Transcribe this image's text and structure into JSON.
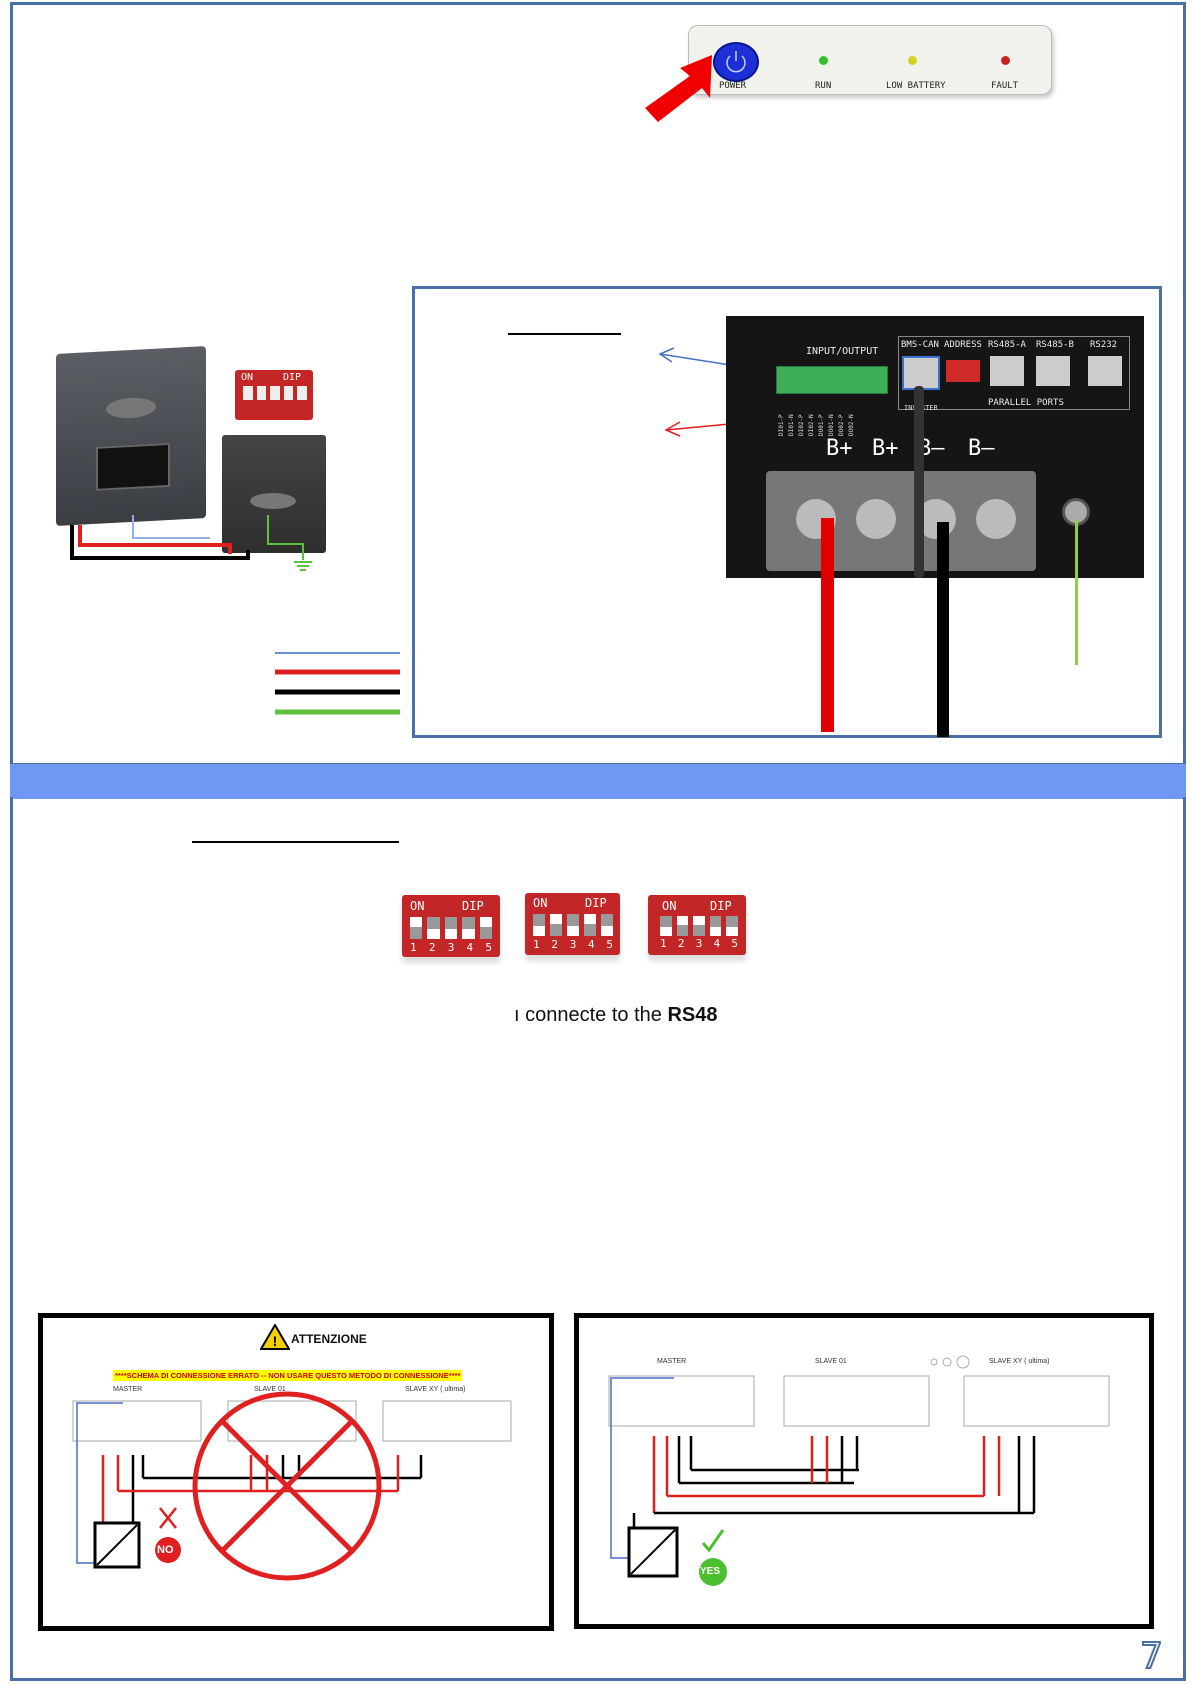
{
  "led_panel": {
    "power": "POWER",
    "run": "RUN",
    "low_battery": "LOW BATTERY",
    "fault": "FAULT",
    "colors": {
      "power": "#1d2fd6",
      "run": "#2fbf2f",
      "low_battery": "#d8d020",
      "fault": "#d02020"
    }
  },
  "dip_label": {
    "on": "ON",
    "dip": "DIP",
    "numbers": [
      "1",
      "2",
      "3",
      "4",
      "5"
    ]
  },
  "battery_photo": {
    "header": "INPUT/OUTPUT",
    "ports": [
      "BMS-CAN",
      "ADDRESS",
      "RS485-A",
      "RS485-B",
      "RS232"
    ],
    "parallel_ports": "PARALLEL PORTS",
    "inverter_label": "INVERTER",
    "terminals": [
      "B+",
      "B+",
      "B–",
      "B–"
    ],
    "io_pins": [
      "DI01-P",
      "DI01-N",
      "DI02-P",
      "DI02-N",
      "DO01-P",
      "DO01-N",
      "DO02-P",
      "DO02-N"
    ]
  },
  "middle_text": {
    "fragment_prefix": "ı connecte",
    "fragment_mid": "to the ",
    "fragment_bold": "RS48"
  },
  "wrong_diagram": {
    "title": "ATTENZIONE",
    "banner": "****SCHEMA DI CONNESSIONE ERRATO -- NON USARE QUESTO METODO DI CONNESSIONE****",
    "master": "MASTER",
    "slave1": "SLAVE 01",
    "slave_last": "SLAVE XY ( ultima)",
    "badge": "NO"
  },
  "right_diagram": {
    "master": "MASTER",
    "slave1": "SLAVE 01",
    "slave_last": "SLAVE XY ( ultima)",
    "badge": "YES"
  },
  "page_number": "7",
  "colors": {
    "border": "#4a6fa5",
    "band": "#6f98f5",
    "red": "#e02020",
    "blue": "#6b8fd4",
    "green": "#5fbf3f"
  }
}
